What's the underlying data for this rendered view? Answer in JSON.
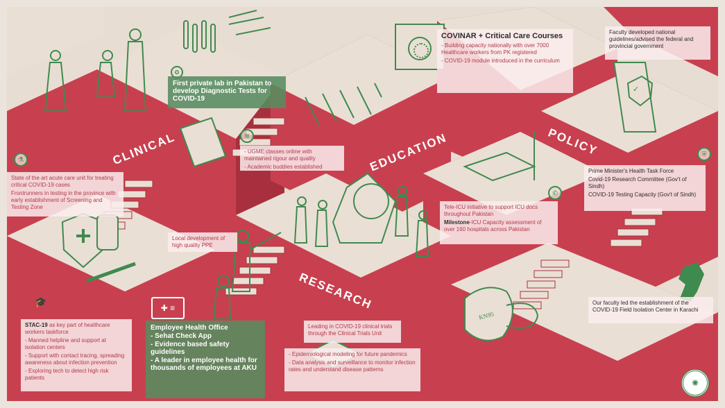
{
  "sections": {
    "clinical": "CLINICAL",
    "education": "EDUCATION",
    "policy": "POLICY",
    "research": "RESEARCH"
  },
  "covinar": {
    "title": "COVINAR + Critical Care Courses",
    "bullets": [
      "- Building capacity nationally with over 7000 Healthcare workers from PK registered",
      "- COVID-19 module introduced in the curriculum"
    ]
  },
  "faculty_guidelines": "Faculty developed national guidelines/advised the federal and provincial government",
  "private_lab": "First private lab in Pakistan to develop Diagnostic Tests for COVID-19",
  "ugme": [
    "- UGME classes online with maintained rigour and quality",
    "- Academic buddies established"
  ],
  "acute_care": [
    "State of the art acute care unit for treating critical COVID-19 cases",
    "Frontrunners in testing in the province with early establishment of Screening and Testing Zone"
  ],
  "task_force": [
    "Prime Minister's Health Task Force",
    "Covid-19 Research Committee (Gov't of Sindh)",
    "COVID-19 Testing Capacity (Gov't of Sindh)"
  ],
  "tele_icu": {
    "line1": "Tele-ICU initiative to support ICU docs throughout Pakistan",
    "milestone_label": "Milestone",
    "milestone_text": "-ICU Capacity assessment of over 160 hospitals across Pakistan"
  },
  "ppe": "Local development of high quality PPE",
  "field_isolation": "Our faculty led the establishment of the COVID-19 Field Isolation Center in Karachi",
  "stac": {
    "label": "STAC-19",
    "intro": " as key part of healthcare workers taskforce",
    "bullets": [
      "- Manned helpline and support at isolation centers",
      "- Support with contact tracing, spreading awareness about infection prevention",
      "- Exploring tech to detect high risk patients"
    ]
  },
  "employee_health": [
    "Employee Health Office",
    "- Sehat Check App",
    "- Evidence based safety guidelines",
    "- A leader in employee health for thousands of employees at AKU"
  ],
  "clinical_trials": "Leading in COVID-19 clinical trials through the Clinical Trials Unit",
  "research_points": [
    "- Epidemiological modeling for future pandemics",
    "- Data analysis and surveillance to monitor infection rates and understand disease patterns"
  ],
  "mask_label": "KN95",
  "colors": {
    "background": "#e8ddd2",
    "block_red": "#c8404f",
    "block_dark_red": "#a8303e",
    "block_top": "#eadfd4",
    "accent_green": "#3f8a4f",
    "card_pink": "#faecee"
  },
  "icons": [
    "medal-icon",
    "wifi-icon",
    "phone-icon",
    "shield-icon",
    "graduation-network-icon",
    "medical-kit-icon",
    "test-tube-icon",
    "logo-seal-icon",
    "pakistan-map-icon",
    "virus-icon",
    "scroll-shield-icon"
  ]
}
